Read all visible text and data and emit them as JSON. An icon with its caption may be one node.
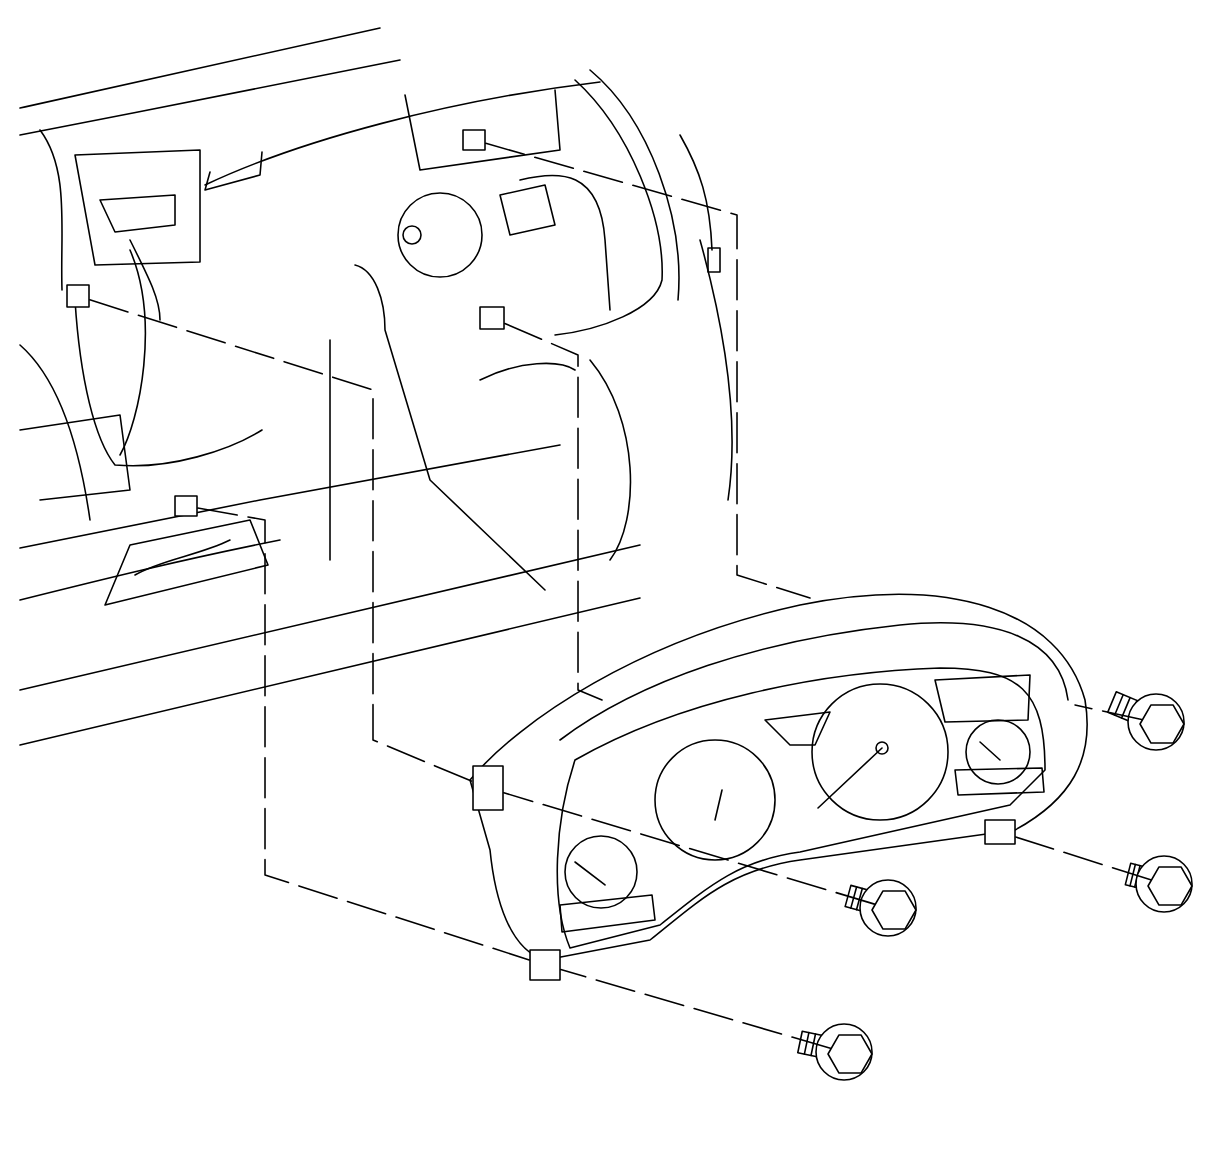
{
  "diagram": {
    "nodes": [
      {
        "text": [],
        "shape": "box"
      },
      {
        "text": [],
        "shape": "box"
      },
      {
        "text": [],
        "shape": "box"
      },
      {
        "text": [],
        "shape": "box"
      },
      {
        "text": [],
        "shape": "box"
      },
      {
        "text": [],
        "shape": "box"
      },
      {
        "text": [],
        "shape": "box"
      },
      {
        "text": [],
        "shape": "picture"
      },
      {
        "text": [],
        "shape": "picture"
      },
      {
        "text": [],
        "shape": "picture"
      },
      {
        "text": [],
        "shape": "picture"
      }
    ],
    "edges": [
      {
        "from": 0,
        "to": null,
        "arrow": "none",
        "style": "dashed"
      },
      {
        "from": 1,
        "to": null,
        "arrow": "none",
        "style": "dashed"
      },
      {
        "from": 2,
        "to": 4,
        "arrow": "none",
        "style": "dashed"
      },
      {
        "from": 3,
        "to": 5,
        "arrow": "none",
        "style": "dashed"
      },
      {
        "from": 9,
        "to": 4,
        "arrow": "none",
        "style": "dashed"
      },
      {
        "from": 10,
        "to": 5,
        "arrow": "none",
        "style": "dashed"
      },
      {
        "from": 8,
        "to": 6,
        "arrow": "none",
        "style": "dashed"
      },
      {
        "from": 7,
        "to": null,
        "arrow": "none",
        "style": "dashed"
      }
    ]
  }
}
